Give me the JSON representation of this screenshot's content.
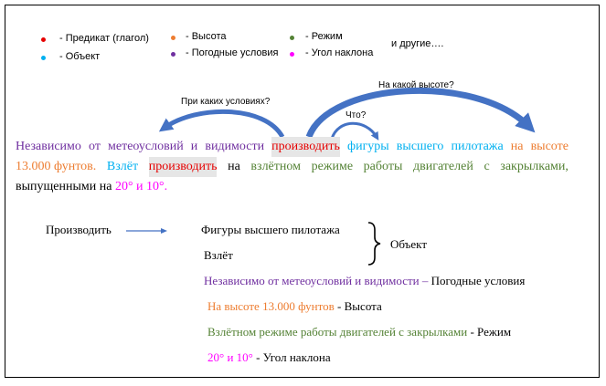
{
  "legend": {
    "predicate": "- Предикат (глагол)",
    "object": "- Объект",
    "height": "- Высота",
    "weather": "- Погодные условия",
    "mode": "- Режим",
    "angle": "- Угол наклона",
    "others": "и другие…."
  },
  "colors": {
    "predicate": "#e60000",
    "object": "#00b0f0",
    "height": "#ed7d31",
    "weather": "#7030a0",
    "mode": "#548235",
    "angle": "#ff00ff",
    "arrow": "#4472c4"
  },
  "questions": {
    "conditions": "При каких условиях?",
    "what": "Что?",
    "height": "На какой высоте?"
  },
  "sentence": {
    "line1": [
      "Независимо",
      "от",
      "метеоусловий",
      "и",
      "видимости",
      "производить",
      "фигуры",
      "высшего",
      "пилотажа",
      "на",
      "высоте"
    ],
    "line2": {
      "height_tail": "13.000 фунтов.",
      "object": "Взлёт",
      "predicate": "производить",
      "on": "на",
      "mode": [
        "взлётном",
        "режиме",
        "работы",
        "двигателей",
        "с",
        "закрылками,"
      ]
    },
    "line3": {
      "plain": "выпущенными на",
      "angle": "20° и 10°",
      "end": "."
    }
  },
  "breakdown": {
    "verb": "Производить",
    "object_label": "Объект",
    "object_items": [
      "Фигуры высшего пилотажа",
      "Взлёт"
    ],
    "rows": [
      {
        "value": "Независимо от метеоусловий и видимости",
        "dash": " – ",
        "label": "Погодные условия"
      },
      {
        "value": "На высоте 13.000 фунтов",
        "dash": " - ",
        "label": "Высота"
      },
      {
        "value": "Взлётном режиме работы двигателей с закрылками",
        "dash": " - ",
        "label": "Режим"
      },
      {
        "value": "20° и 10°",
        "dash": " - ",
        "label": "Угол наклона"
      }
    ]
  }
}
